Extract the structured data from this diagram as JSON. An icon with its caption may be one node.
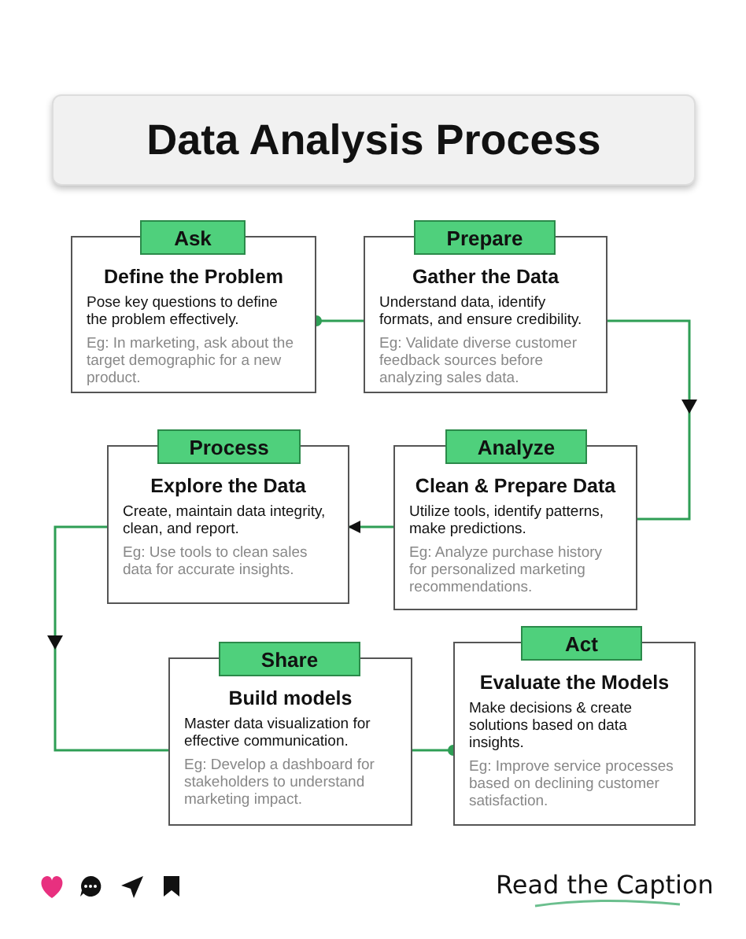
{
  "diagram": {
    "title": "Data Analysis Process",
    "nodes": [
      {
        "text": [
          "Ask",
          "Define the Problem",
          "Pose key questions to define the problem effectively.",
          "Eg: In marketing, ask about the target demographic for a new product."
        ]
      },
      {
        "text": [
          "Prepare",
          "Gather the Data",
          "Understand data, identify formats, and ensure credibility.",
          "Eg: Validate diverse customer feedback sources before analyzing sales data."
        ]
      },
      {
        "text": [
          "Process",
          "Explore the Data",
          "Create, maintain data integrity, clean, and report.",
          "Eg: Use tools to clean sales data for accurate insights."
        ]
      },
      {
        "text": [
          "Analyze",
          "Clean & Prepare Data",
          "Utilize tools, identify patterns, make predictions.",
          "Eg: Analyze purchase history for personalized marketing recommendations."
        ]
      },
      {
        "text": [
          "Share",
          "Build models",
          "Master data visualization for effective communication.",
          "Eg: Develop a dashboard for stakeholders to understand marketing impact."
        ]
      },
      {
        "text": [
          "Act",
          "Evaluate the Models",
          "Make decisions & create solutions based on data insights.",
          "Eg: Improve service processes based on declining customer satisfaction."
        ]
      }
    ],
    "edges": [
      {
        "from": 0,
        "to": 1,
        "arrow": "other"
      },
      {
        "from": 1,
        "to": 3,
        "arrow": "to"
      },
      {
        "from": 3,
        "to": 2,
        "arrow": "to"
      },
      {
        "from": 2,
        "to": 4,
        "arrow": "to"
      },
      {
        "from": 4,
        "to": 5,
        "arrow": "other"
      }
    ],
    "labels": [
      "Read the Caption"
    ]
  }
}
